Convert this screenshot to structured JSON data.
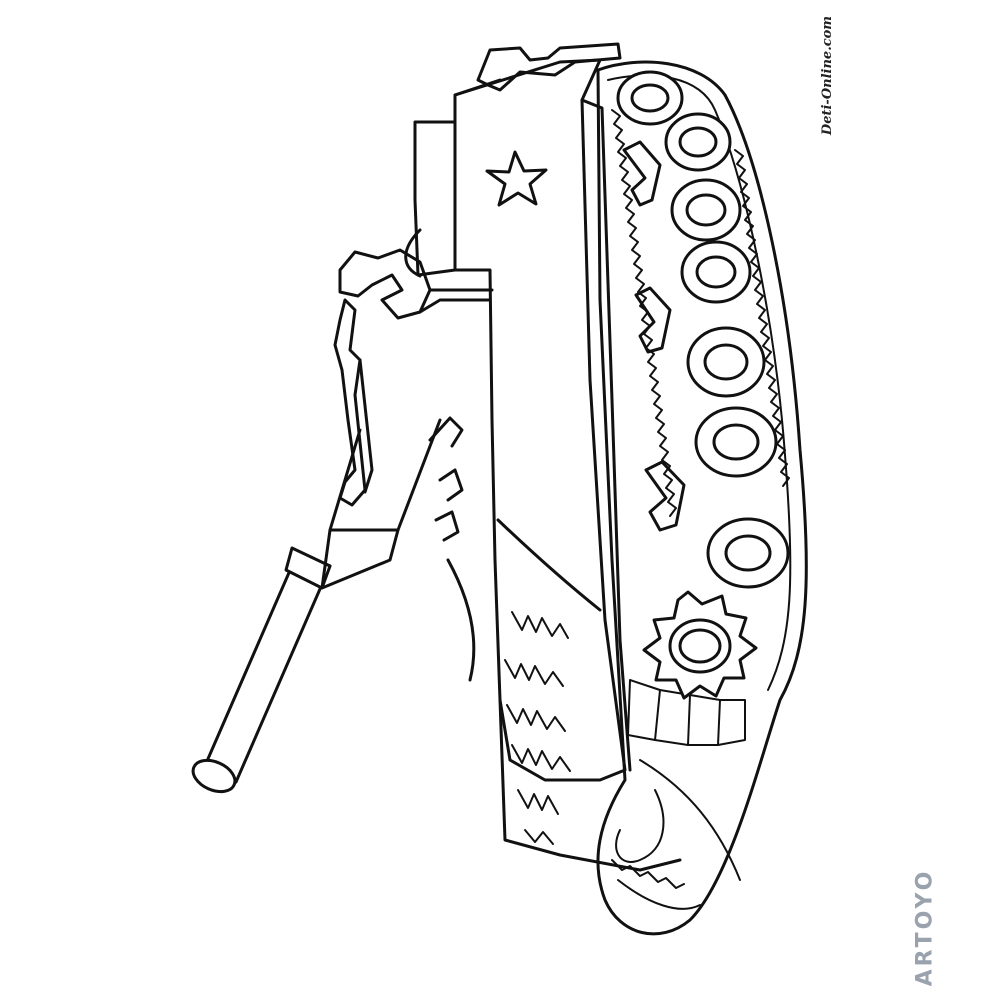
{
  "image": {
    "subject": "tank-coloring-page",
    "watermark_top": "Deti-Online.com",
    "watermark_bottom": "ARTOYO"
  },
  "colors": {
    "line": "#111111",
    "background": "#ffffff",
    "watermark_bottom": "#9aa3ad"
  },
  "icons": {
    "emblem": "star-icon"
  }
}
